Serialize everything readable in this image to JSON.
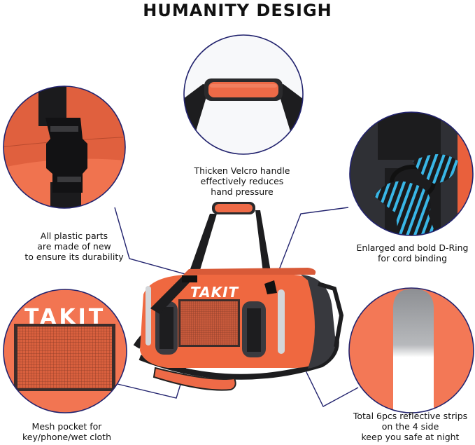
{
  "title": "HUMANITY DESIGH",
  "brand_logo": "TAKIT",
  "colors": {
    "bag_orange": "#f26a45",
    "bag_dark": "#3a3a3f",
    "strap_black": "#1d1d1f",
    "callout_line": "#22236e",
    "reflective": "#c9ccd0",
    "cord_blue": "#39b6e6"
  },
  "callouts": [
    {
      "id": "handle",
      "icon": "handle-closeup",
      "lines": [
        "Thicken Velcro handle",
        "effectively reduces",
        "hand pressure"
      ]
    },
    {
      "id": "buckle",
      "icon": "buckle-closeup",
      "lines": [
        "All plastic parts",
        "are made of new",
        "to ensure its durability"
      ]
    },
    {
      "id": "dring",
      "icon": "dring-closeup",
      "lines": [
        "Enlarged and bold D-Ring",
        "for cord binding"
      ]
    },
    {
      "id": "mesh",
      "icon": "mesh-pocket-closeup",
      "lines": [
        "Mesh pocket for",
        "key/phone/wet cloth"
      ]
    },
    {
      "id": "reflective",
      "icon": "reflective-strip-closeup",
      "lines": [
        "Total 6pcs reflective strips",
        "on the 4 side",
        "keep you safe at night"
      ]
    }
  ]
}
